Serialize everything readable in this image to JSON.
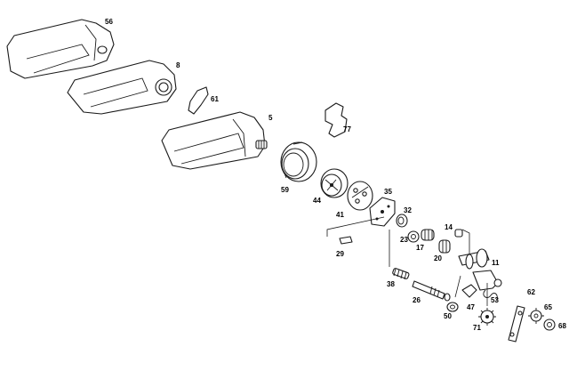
{
  "diagram": {
    "callouts": [
      "56",
      "8",
      "61",
      "5",
      "77",
      "59",
      "44",
      "41",
      "35",
      "32",
      "23",
      "17",
      "14",
      "20",
      "29",
      "11",
      "38",
      "26",
      "47",
      "53",
      "50",
      "71",
      "62",
      "65",
      "68"
    ]
  }
}
